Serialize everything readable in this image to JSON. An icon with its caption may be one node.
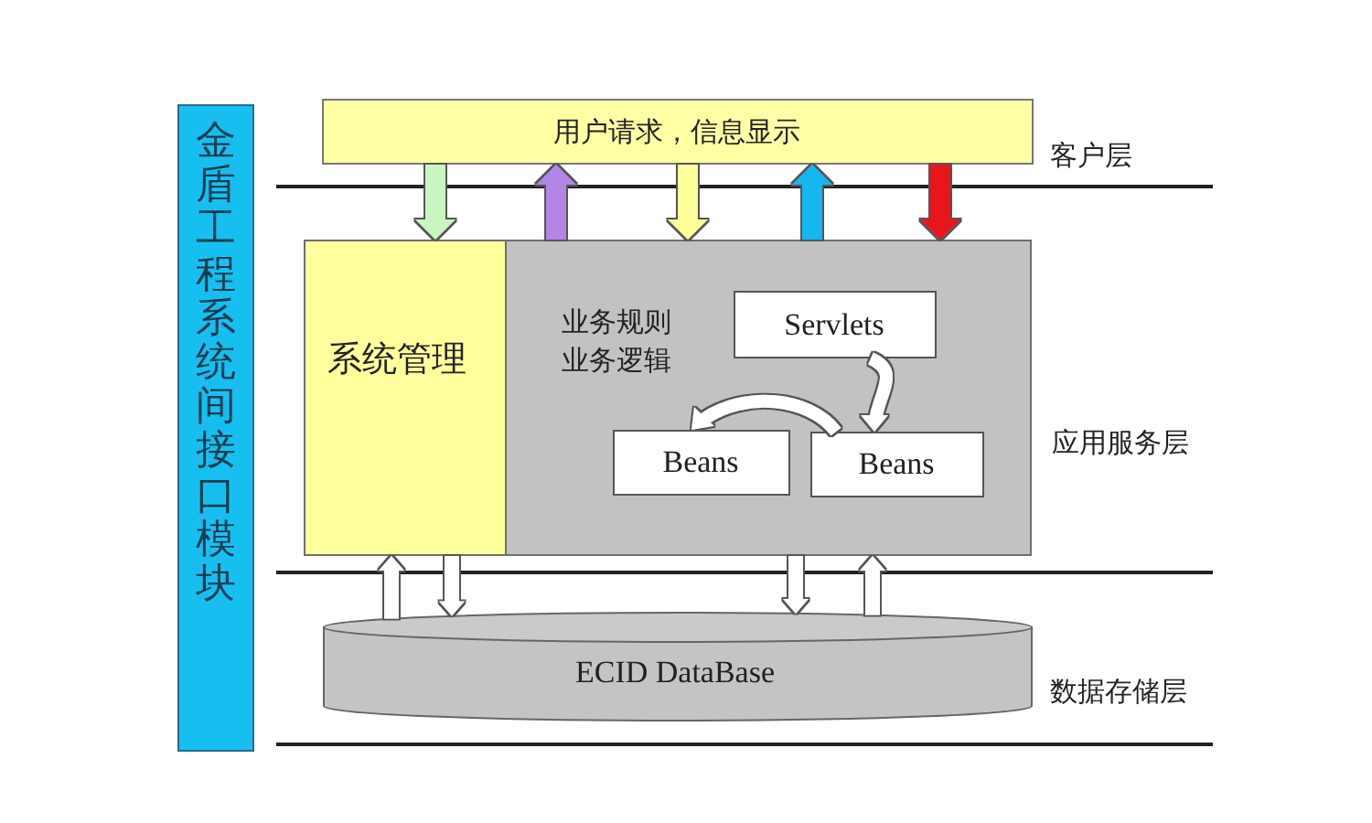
{
  "diagram": {
    "nodes": [
      {
        "text": [
          "金盾工程系统间接口模块"
        ]
      },
      {
        "text": [
          "用户请求，信息显示"
        ]
      },
      {
        "text": [
          "业务规则",
          "业务逻辑"
        ]
      },
      {
        "text": [
          "系统管理"
        ],
        "in": 2
      },
      {
        "text": [
          "Servlets"
        ],
        "in": 2
      },
      {
        "text": [
          "Beans"
        ],
        "in": 2
      },
      {
        "text": [
          "Beans"
        ],
        "in": 2
      },
      {
        "text": [
          "ECID DataBase"
        ]
      }
    ],
    "edges": [
      {
        "from": 1,
        "to": 3,
        "arrow": "to",
        "color": "#c8f5c0"
      },
      {
        "from": 2,
        "to": 1,
        "arrow": "to",
        "color": "#b386e6"
      },
      {
        "from": 1,
        "to": 2,
        "arrow": "to",
        "color": "#ffff99"
      },
      {
        "from": 2,
        "to": 1,
        "arrow": "to",
        "color": "#19b6f0"
      },
      {
        "from": 1,
        "to": 2,
        "arrow": "to",
        "color": "#e8121c"
      },
      {
        "from": 7,
        "to": 3,
        "arrow": "to"
      },
      {
        "from": 3,
        "to": 7,
        "arrow": "to"
      },
      {
        "from": 2,
        "to": 7,
        "arrow": "to"
      },
      {
        "from": 7,
        "to": 2,
        "arrow": "to"
      },
      {
        "from": 4,
        "to": 6,
        "arrow": "to"
      },
      {
        "from": 6,
        "to": 5,
        "arrow": "to"
      }
    ],
    "labels": [
      "客户层",
      "应用服务层",
      "数据存储层"
    ]
  }
}
